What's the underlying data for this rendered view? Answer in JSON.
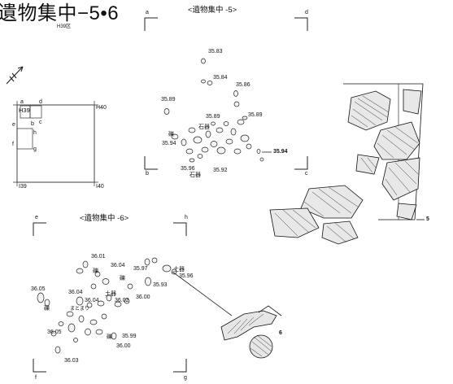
{
  "header": {
    "title": "遺物集中−5•6",
    "district": "H39区"
  },
  "key_map": {
    "labels": [
      "a",
      "d",
      "c",
      "b",
      "e",
      "h",
      "g",
      "f"
    ],
    "grid_labels": {
      "h39": "H39",
      "h40": "H40",
      "i39": "I39",
      "i40": "I40"
    }
  },
  "plan5": {
    "title": "<遺物集中 -5>",
    "corners": {
      "a": "a",
      "d": "d",
      "b": "b",
      "c": "c"
    },
    "elevations": [
      "35.83",
      "35.84",
      "35.86",
      "35.89",
      "35.89",
      "35.89",
      "35.94",
      "35.96",
      "35.92",
      "35.94"
    ],
    "labels": {
      "stone_tool": "石器",
      "stone_tool2": "石器",
      "gravel": "礫"
    }
  },
  "plan6": {
    "title": "<遺物集中 -6>",
    "corners": {
      "e": "e",
      "h": "h",
      "f": "f",
      "g": "g"
    },
    "elevations": [
      "36.01",
      "36.04",
      "35.97",
      "36.05",
      "36.04",
      "36.04",
      "36.02",
      "36.00",
      "35.93",
      "35.96",
      "36.05",
      "35.99",
      "36.00",
      "36.03"
    ],
    "labels": {
      "gravel1": "礫",
      "gravel2": "礫",
      "gravel3": "礫",
      "gravel4": "礫",
      "pottery1": "土器",
      "pottery2": "土器",
      "cluster": "まとまり"
    }
  },
  "artifacts": {
    "item5": "5",
    "item6": "6"
  }
}
